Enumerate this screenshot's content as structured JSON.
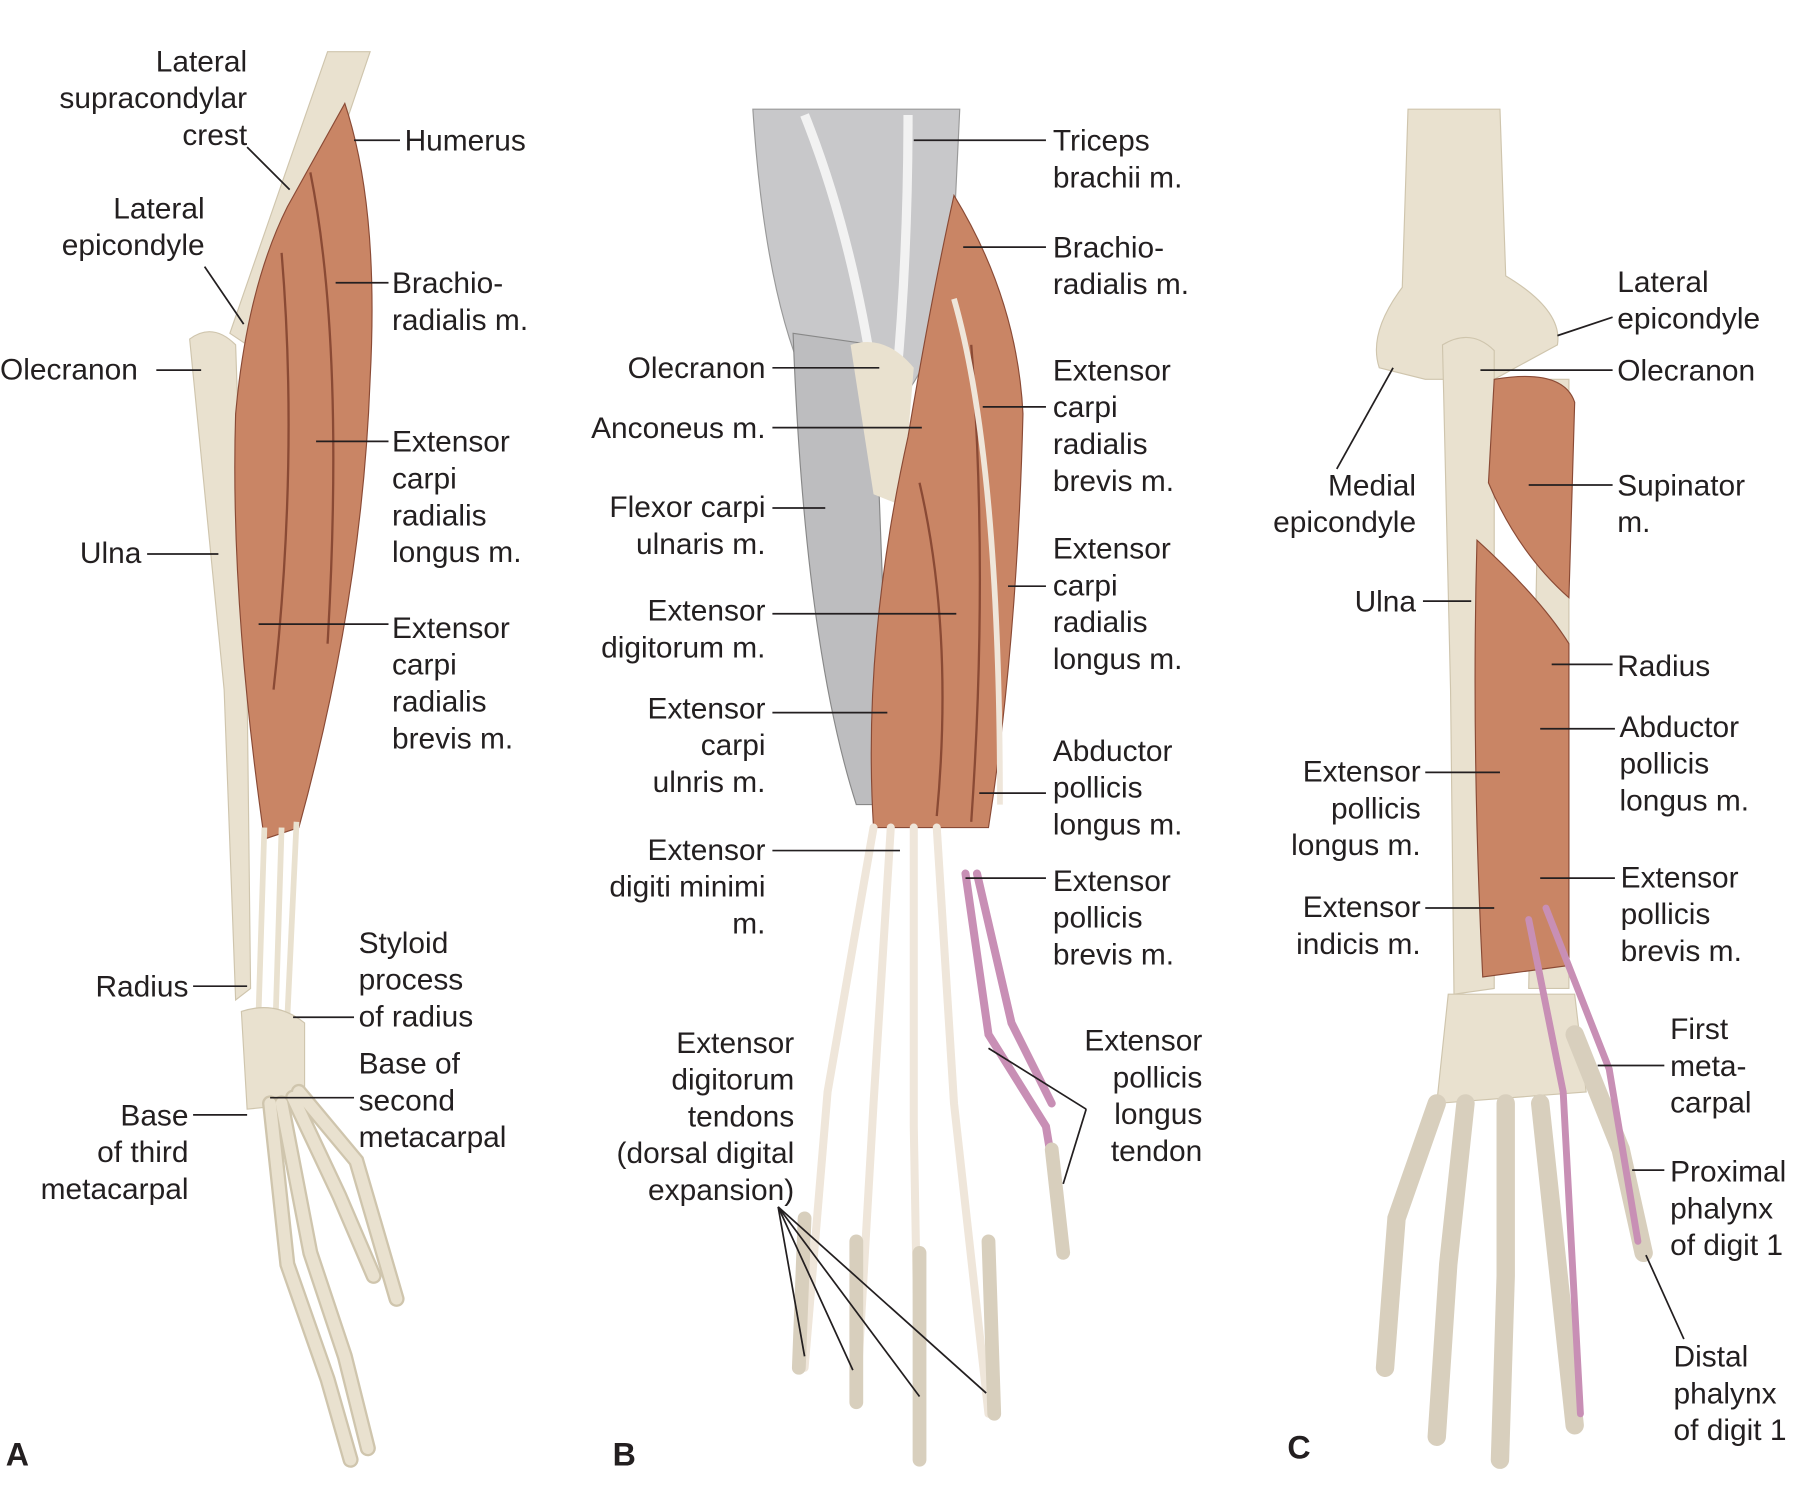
{
  "colors": {
    "bone": "#e9e1cf",
    "bone_shade": "#cfc5ad",
    "muscle": "#c98565",
    "muscle_dark": "#a8634a",
    "tendon": "#efe6da",
    "purple_tendon": "#c88fb5",
    "gray_muscle": "#b9b9bb",
    "line": "#231f20"
  },
  "panels": [
    {
      "letter": "A",
      "labels": [
        "Lateral\nsupracondylar\ncrest",
        "Humerus",
        "Lateral\nepicondyle",
        "Brachio-\nradialis m.",
        "Olecranon",
        "Extensor\ncarpi\nradialis\nlongus m.",
        "Ulna",
        "Extensor\ncarpi\nradialis\nbrevis m.",
        "Styloid\nprocess\nof radius",
        "Radius",
        "Base of\nsecond\nmetacarpal",
        "Base\nof third\nmetacarpal"
      ]
    },
    {
      "letter": "B",
      "labels": [
        "Triceps\nbrachii m.",
        "Brachio-\nradialis m.",
        "Olecranon",
        "Extensor\ncarpi\nradialis\nbrevis m.",
        "Anconeus m.",
        "Flexor carpi\nulnaris m.",
        "Extensor\ncarpi\nradialis\nlongus m.",
        "Extensor\ndigitorum m.",
        "Extensor\ncarpi\nulnris m.",
        "Abductor\npollicis\nlongus m.",
        "Extensor\ndigiti minimi\nm.",
        "Extensor\npollicis\nbrevis m.",
        "Extensor\ndigitorum\ntendons\n(dorsal digital\nexpansion)",
        "Extensor\npollicis\nlongus\ntendon"
      ]
    },
    {
      "letter": "C",
      "labels": [
        "Lateral\nepicondyle",
        "Olecranon",
        "Medial\nepicondyle",
        "Supinator\nm.",
        "Ulna",
        "Radius",
        "Abductor\npollicis\nlongus m.",
        "Extensor\npollicis\nlongus m.",
        "Extensor\npollicis\nbrevis m.",
        "Extensor\nindicis m.",
        "First\nmeta-\ncarpal",
        "Proximal\nphalynx\nof digit 1",
        "Distal\nphalynx\nof digit 1"
      ]
    }
  ]
}
